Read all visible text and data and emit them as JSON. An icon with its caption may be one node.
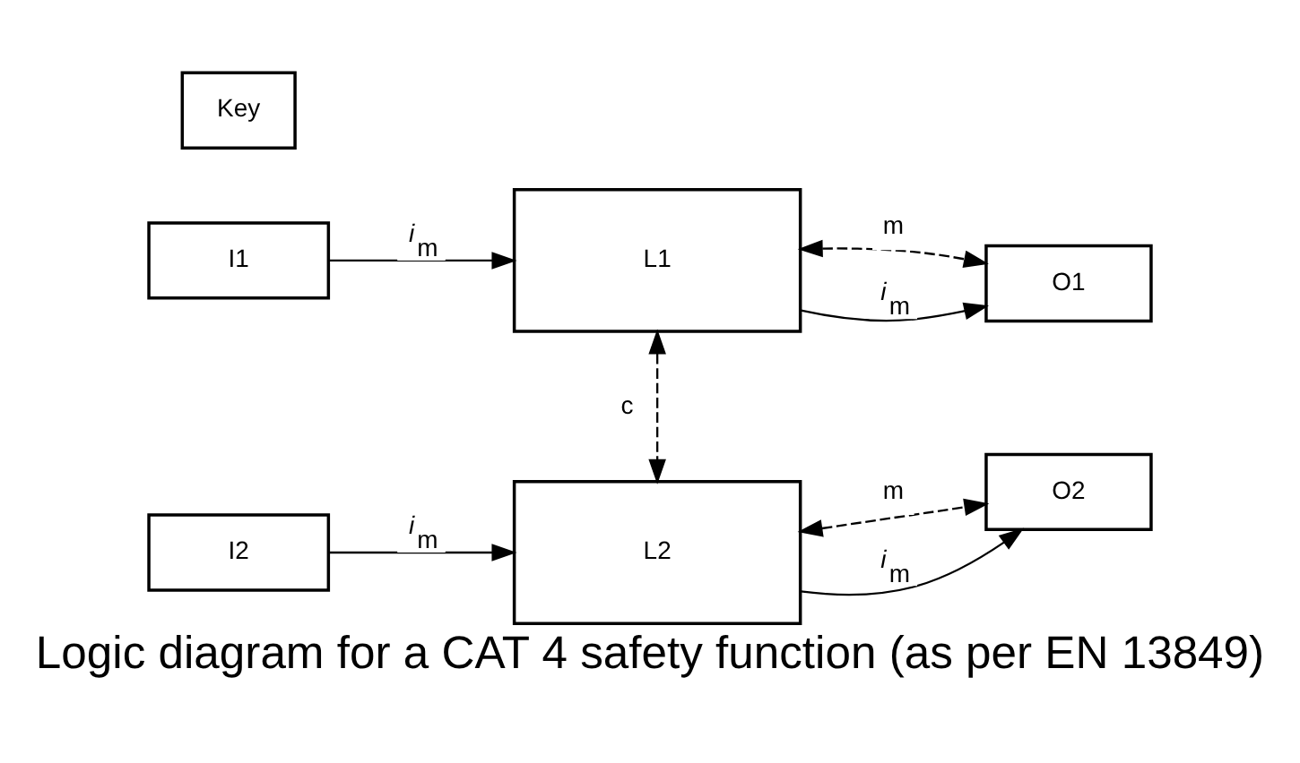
{
  "diagram": {
    "caption": "Logic diagram for a CAT 4 safety function (as per EN 13849)",
    "nodes": [
      {
        "text": [
          "I1"
        ]
      },
      {
        "text": [
          "L1"
        ]
      },
      {
        "text": [
          "O1"
        ]
      },
      {
        "text": [
          "I2"
        ]
      },
      {
        "text": [
          "L2"
        ]
      },
      {
        "text": [
          "O2"
        ]
      }
    ],
    "edges": [
      {
        "from": 0,
        "to": 1,
        "arrow": "to",
        "label": "*i*$_{m}$"
      },
      {
        "from": 1,
        "to": 2,
        "arrow": "both",
        "label": "m",
        "style": "dashed"
      },
      {
        "from": 1,
        "to": 2,
        "arrow": "to",
        "label": "*i*$_{m}$"
      },
      {
        "from": 1,
        "to": 4,
        "arrow": "both",
        "label": "c",
        "style": "dashed"
      },
      {
        "from": 3,
        "to": 4,
        "arrow": "to",
        "label": "*i*$_{m}$"
      },
      {
        "from": 4,
        "to": 5,
        "arrow": "both",
        "label": "m",
        "style": "dashed"
      },
      {
        "from": 4,
        "to": 5,
        "arrow": "to",
        "label": "*i*$_{m}$"
      }
    ],
    "labels": [
      "Key"
    ]
  }
}
